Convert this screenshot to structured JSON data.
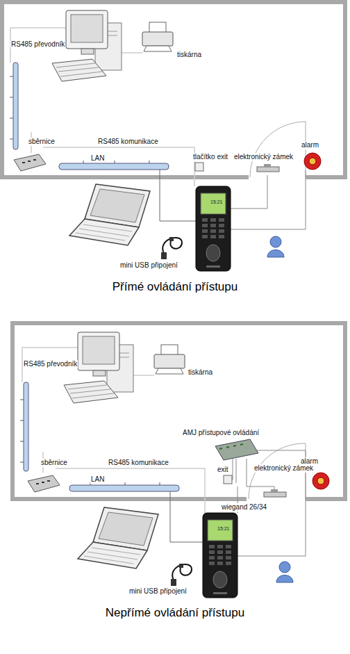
{
  "diagram": {
    "nodes": [
      {
        "text": [
          "Přímé ovládání přístupu"
        ]
      },
      {
        "text": [
          "Nepřímé ovládání přístupu"
        ]
      }
    ],
    "labels": [
      "RS485 převodník",
      "tiskárna",
      "sběrnice",
      "RS485 komunikace",
      "LAN",
      "tlačítko exit",
      "elektronický zámek",
      "alarm",
      "15:21",
      "mini USB připojení",
      "RS485 převodník",
      "tiskárna",
      "AMJ přístupové ovládání",
      "sběrnice",
      "RS485 komunikace",
      "LAN",
      "exit",
      "elektronický zámek",
      "alarm",
      "wiegand 26/34",
      "15:21",
      "mini USB připojení"
    ]
  }
}
